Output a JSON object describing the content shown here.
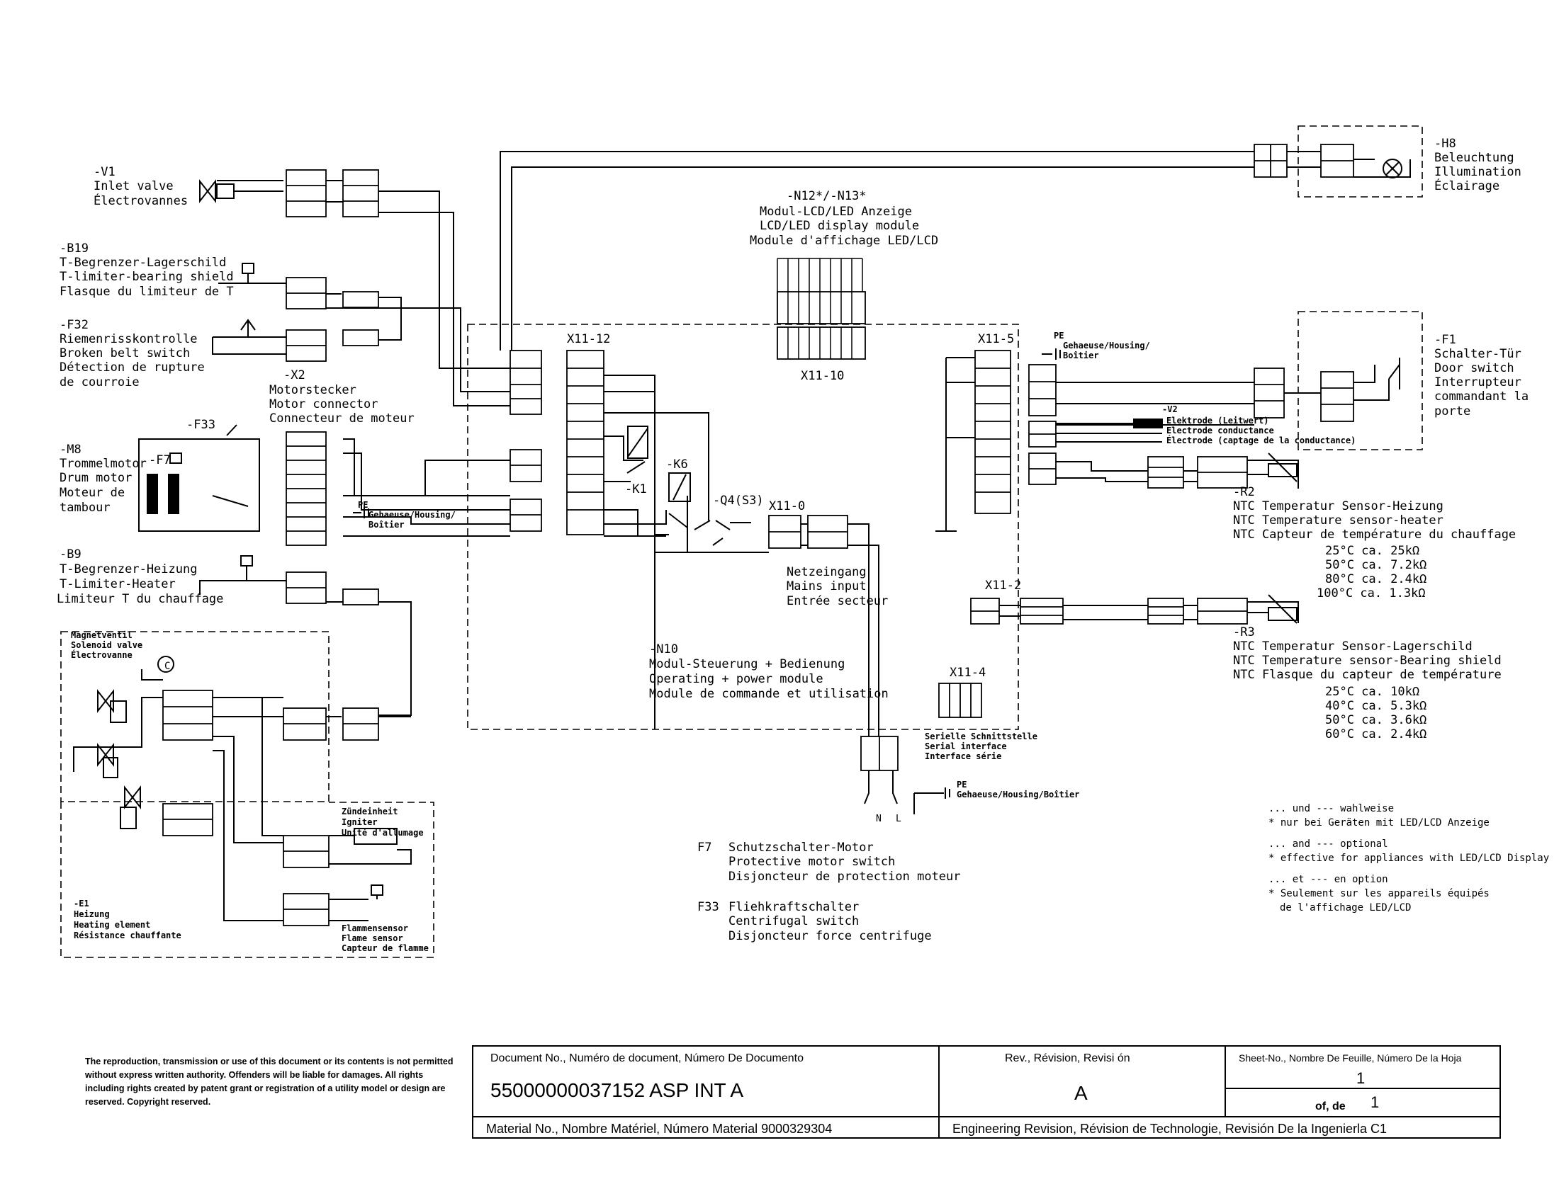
{
  "components": {
    "v1": [
      "-V1",
      "Inlet valve",
      "Électrovannes"
    ],
    "b19": [
      "-B19",
      "T-Begrenzer-Lagerschild",
      "T-limiter-bearing shield",
      "Flasque du limiteur de T"
    ],
    "f32": [
      "-F32",
      "Riemenrisskontrolle",
      "Broken belt switch",
      "Détection de rupture",
      "de courroie"
    ],
    "x2": [
      "-X2",
      "Motorstecker",
      "Motor connector",
      "Connecteur de moteur"
    ],
    "f33": "-F33",
    "f7": "-F7",
    "m8": [
      "-M8",
      "Trommelmotor",
      "Drum motor",
      "Moteur de",
      "tambour"
    ],
    "b9": [
      "-B9",
      "T-Begrenzer-Heizung",
      "T-Limiter-Heater",
      "Limiteur T du chauffage"
    ],
    "solenoid": [
      "Magnetventil",
      "Solenoid valve",
      "Électrovanne"
    ],
    "c_mark": "C",
    "igniter": [
      "Zündeinheit",
      "Igniter",
      "Unité d'allumage"
    ],
    "flame": [
      "Flammensensor",
      "Flame sensor",
      "Capteur de flamme"
    ],
    "e1": [
      "-E1",
      "Heizung",
      "Heating element",
      "Résistance chauffante"
    ],
    "n12": [
      "-N12*/-N13*",
      "Modul-LCD/LED Anzeige",
      "LCD/LED display module",
      "Module d'affichage LED/LCD"
    ],
    "x11_12": "X11-12",
    "x11_10": "X11-10",
    "x11_5": "X11-5",
    "x11_0": "X11-0",
    "x11_2": "X11-2",
    "x11_4": "X11-4",
    "k1": "-K1",
    "k6": "-K6",
    "q4": "-Q4(S3)",
    "pe_housing": [
      "PE",
      "Gehaeuse/Housing/",
      "Boîtier"
    ],
    "pe_housing2": [
      "PE",
      "Gehaeuse/Housing/Boîtier"
    ],
    "v2": [
      "-V2",
      "Elektrode (Leitwert)",
      "Electrode conductance",
      "Électrode (captage de la conductance)"
    ],
    "h8": [
      "-H8",
      "Beleuchtung",
      "Illumination",
      "Éclairage"
    ],
    "f1": [
      "-F1",
      "Schalter-Tür",
      "Door switch",
      "Interrupteur",
      "commandant la",
      "porte"
    ],
    "r2": [
      "-R2",
      "NTC Temperatur Sensor-Heizung",
      "NTC Temperature sensor-heater",
      "NTC Capteur de température du chauffage"
    ],
    "r2_values": [
      "25°C ca. 25kΩ",
      "50°C ca. 7.2kΩ",
      "80°C ca. 2.4kΩ",
      "100°C ca. 1.3kΩ"
    ],
    "r3": [
      "-R3",
      "NTC Temperatur Sensor-Lagerschild",
      "NTC Temperature sensor-Bearing shield",
      "NTC Flasque du capteur de température"
    ],
    "r3_values": [
      "25°C ca. 10kΩ",
      "40°C ca. 5.3kΩ",
      "50°C ca. 3.6kΩ",
      "60°C ca. 2.4kΩ"
    ],
    "mains": [
      "Netzeingang",
      "Mains input",
      "Entrée secteur"
    ],
    "n10": [
      "-N10",
      "Modul-Steuerung + Bedienung",
      "Operating + power module",
      "Module de commande et utilisation"
    ],
    "serial": [
      "Serielle Schnittstelle",
      "Serial interface",
      "Interface série"
    ],
    "n_l": [
      "N",
      "L"
    ]
  },
  "legend": {
    "f7": [
      "F7",
      "Schutzschalter-Motor",
      "Protective motor switch",
      "Disjoncteur de protection moteur"
    ],
    "f33": [
      "F33",
      "Fliehkraftschalter",
      "Centrifugal switch",
      "Disjoncteur force centrifuge"
    ],
    "notes": [
      "... und --- wahlweise",
      "* nur bei Geräten mit LED/LCD Anzeige",
      "... and --- optional",
      "* effective for appliances with LED/LCD Display",
      "... et --- en option",
      "* Seulement sur les appareils équipés",
      "de l'affichage LED/LCD"
    ]
  },
  "copyright": "The reproduction, transmission or use of this document or its contents is not permitted without express written authority. Offenders will be liable for damages. All rights including rights created by patent grant or registration of a utility model or design are reserved. Copyright reserved.",
  "titleblock": {
    "doc_label": "Document No., Numéro de document, Número De Documento",
    "doc_value": "55000000037152 ASP INT A",
    "rev_label": "Rev., Révision, Revisi ón",
    "rev_value": "A",
    "sheet_label": "Sheet-No., Nombre De Feuille, Número De la Hoja",
    "sheet_value": "1",
    "of_label": "of, de",
    "of_value": "1",
    "material": "Material No., Nombre Matériel, Número Material 9000329304",
    "engineering": "Engineering Revision, Révision de Technologie, Revisión De la Ingenierla C1"
  }
}
